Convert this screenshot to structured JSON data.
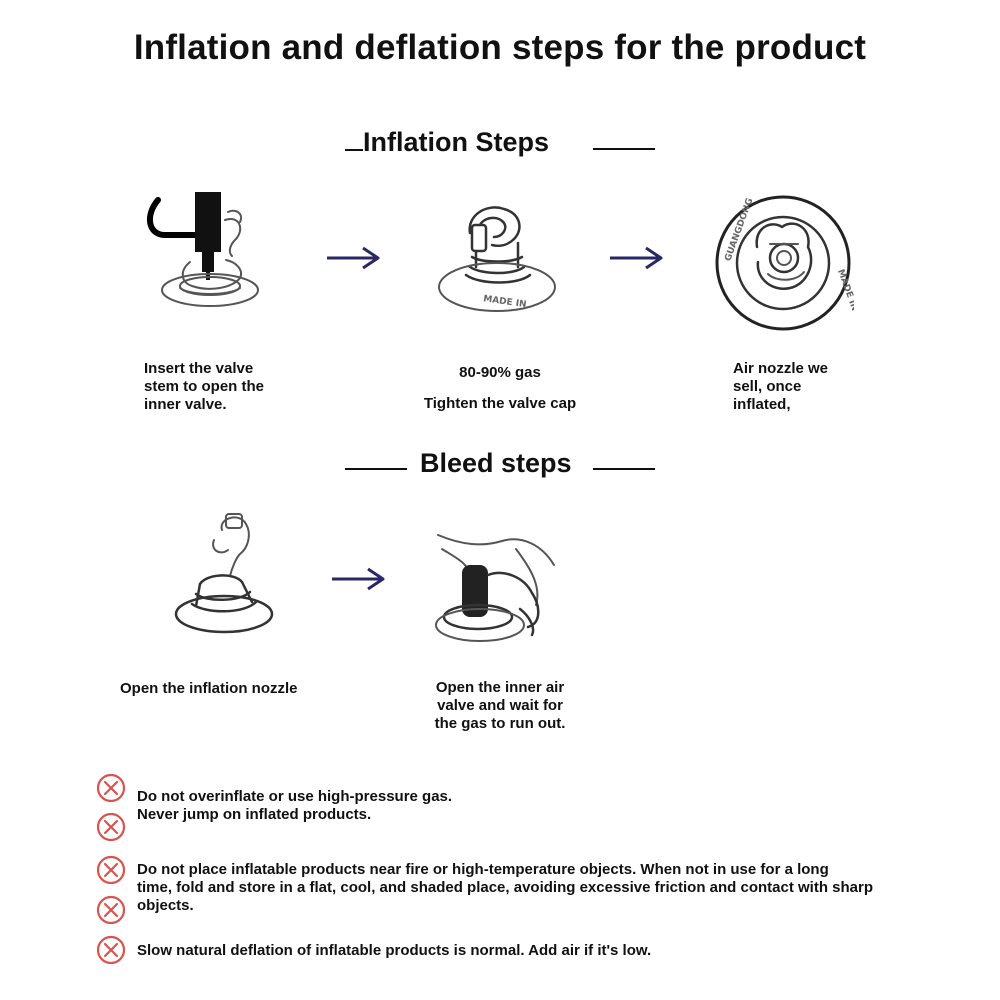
{
  "title": "Inflation and deflation steps for the product",
  "inflation": {
    "heading": "Inflation Steps",
    "steps": [
      {
        "lines": [
          "Insert the valve",
          "stem to open the",
          "inner valve."
        ]
      },
      {
        "lines": [
          "80-90% gas",
          "Tighten the valve cap"
        ]
      },
      {
        "lines": [
          "Air nozzle we",
          "sell, once",
          "inflated,"
        ]
      }
    ],
    "valve_stamp": "MADE IN",
    "nozzle_stamp_left": "GUANGDONG",
    "nozzle_stamp_right": "MADE IN"
  },
  "bleed": {
    "heading": "Bleed steps",
    "steps": [
      {
        "lines": [
          "Open the inflation nozzle"
        ]
      },
      {
        "lines": [
          "Open the inner air",
          "valve and wait for",
          "the gas to run out."
        ]
      }
    ]
  },
  "warnings": [
    {
      "lines": [
        "Do not overinflate or use high-pressure gas.",
        "Never jump on inflated products."
      ]
    },
    {
      "lines": [
        "Do not place inflatable products near fire or high-temperature objects. When not in use for a long",
        "time, fold and store in a flat, cool, and shaded place, avoiding excessive friction and contact with sharp",
        "objects."
      ]
    },
    {
      "lines": [
        "Slow natural deflation of inflatable products is normal. Add air if it's low."
      ]
    }
  ],
  "colors": {
    "arrow": "#2a2766",
    "warning": "#d9534f",
    "text": "#111111"
  }
}
